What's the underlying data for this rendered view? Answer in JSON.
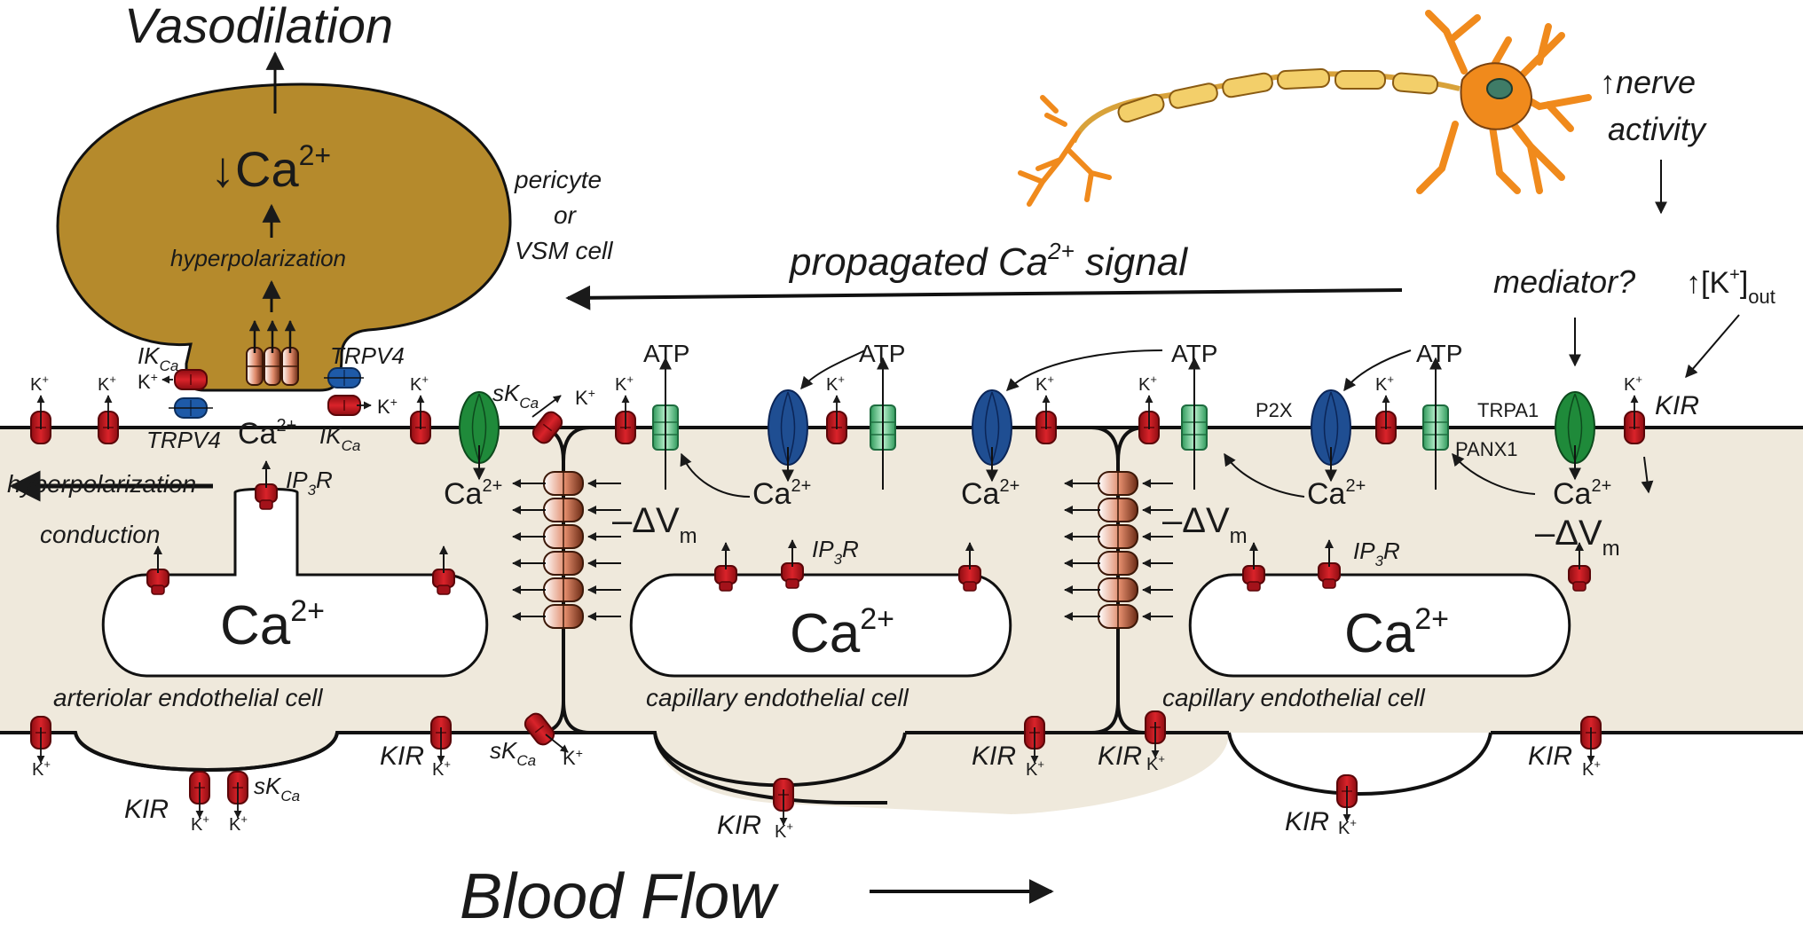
{
  "labels": {
    "vasodilation": "Vasodilation",
    "pericyte_line1": "pericyte",
    "pericyte_line2": "or",
    "pericyte_line3": "VSM cell",
    "down_ca": "↓Ca",
    "ca_sup": "2+",
    "hyperpolarization": "hyperpolarization",
    "propagated_pre": "propagated Ca",
    "propagated_sup": "2+",
    "propagated_post": " signal",
    "nerve_activity_1": "↑nerve",
    "nerve_activity_2": "activity",
    "mediator": "mediator?",
    "k_out_pre": "↑[K",
    "k_out_sup": "+",
    "k_out_mid": "]",
    "k_out_sub": "out",
    "hyperpolarization_left": "hyperpolarization",
    "conduction": "conduction",
    "ca": "Ca",
    "k": "K",
    "plus": "+",
    "ik": "IK",
    "ca_sub": "Ca",
    "sk": "sK",
    "trpv4": "TRPV4",
    "ip3r_ip": "IP",
    "ip3r_3": "3",
    "ip3r_r": "R",
    "atp": "ATP",
    "p2x": "P2X",
    "trpa1": "TRPA1",
    "panx1": "PANX1",
    "kir": "KIR",
    "delta_vm": "–ΔV",
    "m_sub": "m",
    "arteriolar": "arteriolar endothelial cell",
    "capillary": "capillary endothelial cell",
    "blood_flow": "Blood Flow"
  },
  "colors": {
    "pericyte": "#b58a2c",
    "cytoplasm": "#efe9dc",
    "kir_red": "#c8161d",
    "trpv4_blue": "#1e5aa8",
    "p2x_blue": "#1f4e92",
    "trpa1_green": "#1f8a3a",
    "panx_green": "#6fcf95",
    "gap_junction": "#d8826a",
    "neuron_orange": "#f08a1c",
    "neuron_yellow": "#f3cf6a"
  }
}
